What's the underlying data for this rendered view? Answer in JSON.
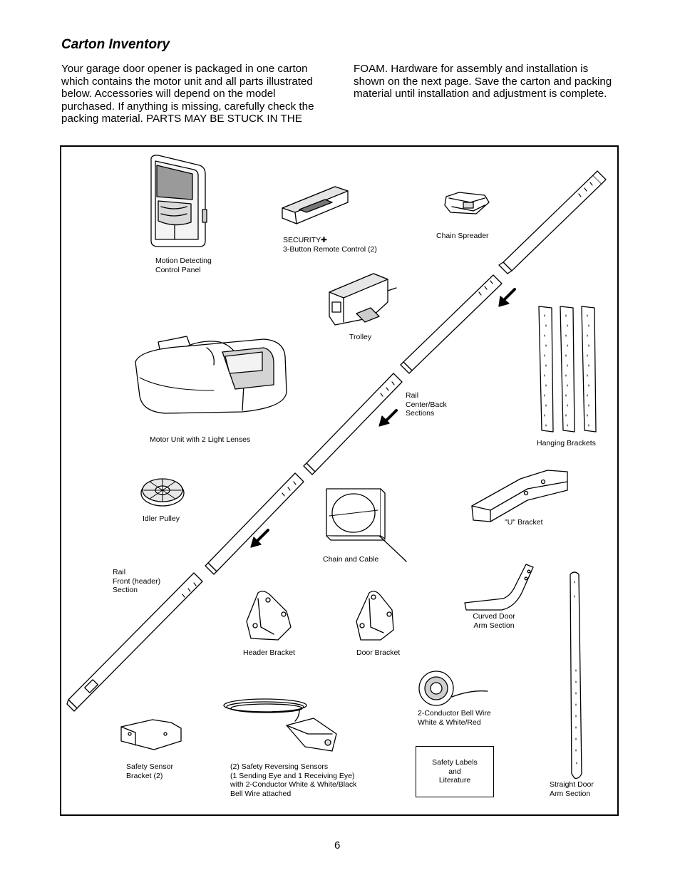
{
  "section": {
    "title": "Carton Inventory",
    "intro_col1": "Your garage door opener is packaged in one carton which contains the motor unit and all parts illustrated below. Accessories will depend on the model purchased. If anything is missing, carefully check the packing material. PARTS MAY BE STUCK IN THE",
    "intro_col2": "FOAM. Hardware for assembly and installation is shown on the next page. Save the carton and packing material until installation and adjustment is complete."
  },
  "parts": {
    "control_panel": "Motion Detecting\nControl Panel",
    "remote": "SECURITY✚\n3-Button Remote Control (2)",
    "chain_spreader": "Chain Spreader",
    "trolley": "Trolley",
    "rail_center": "Rail\nCenter/Back\nSections",
    "hanging_brackets": "Hanging Brackets",
    "motor_unit": "Motor Unit with 2 Light Lenses",
    "idler_pulley": "Idler Pulley",
    "u_bracket": "\"U\" Bracket",
    "chain_cable": "Chain and Cable",
    "rail_front": "Rail\nFront (header)\nSection",
    "curved_arm": "Curved Door\nArm Section",
    "header_bracket": "Header Bracket",
    "door_bracket": "Door Bracket",
    "bell_wire": "2-Conductor Bell Wire\nWhite & White/Red",
    "sensor_bracket": "Safety Sensor\nBracket (2)",
    "sensors": "(2) Safety Reversing Sensors\n(1 Sending Eye and 1 Receiving Eye)\nwith 2-Conductor White & White/Black\nBell Wire attached",
    "safety_labels": "Safety Labels\nand\nLiterature",
    "straight_arm": "Straight Door\nArm Section"
  },
  "page_number": "6"
}
